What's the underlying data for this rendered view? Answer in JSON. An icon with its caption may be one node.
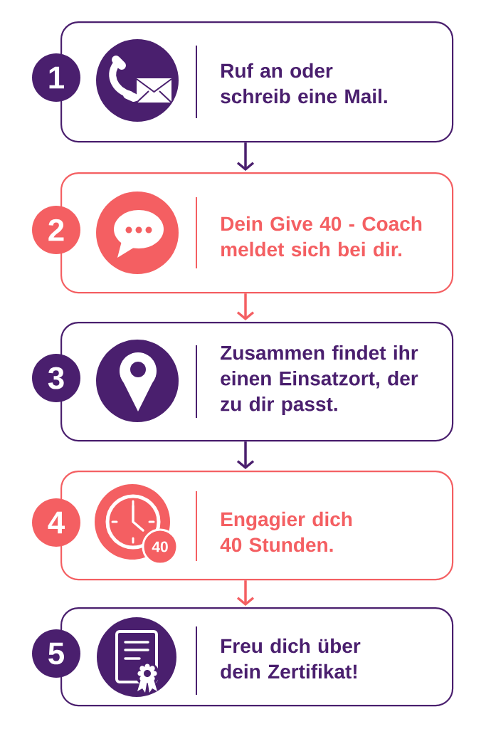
{
  "diagram": {
    "nodes": [
      {
        "text": [
          "Ruf an oder schreib eine Mail."
        ]
      },
      {
        "text": [
          "1"
        ]
      },
      {
        "text": [
          "Dein Give 40 - Coach meldet sich bei dir."
        ]
      },
      {
        "text": [
          "2"
        ]
      },
      {
        "text": [
          "Zusammen findet ihr einen Einsatzort, der zu dir passt."
        ]
      },
      {
        "text": [
          "3"
        ]
      },
      {
        "text": [
          "Engagier dich 40 Stunden."
        ]
      },
      {
        "text": [
          "4"
        ]
      },
      {
        "text": [
          "40"
        ],
        "in": 6
      },
      {
        "text": [
          "Freu dich über dein Zertifikat!"
        ]
      },
      {
        "text": [
          "5"
        ]
      }
    ],
    "edges": [
      {
        "from": 0,
        "to": 2,
        "arrow": "to"
      },
      {
        "from": 2,
        "to": 4,
        "arrow": "to",
        "color": "#f45f62"
      },
      {
        "from": 4,
        "to": 6,
        "arrow": "to"
      },
      {
        "from": 6,
        "to": 9,
        "arrow": "to",
        "color": "#f45f62"
      }
    ]
  }
}
